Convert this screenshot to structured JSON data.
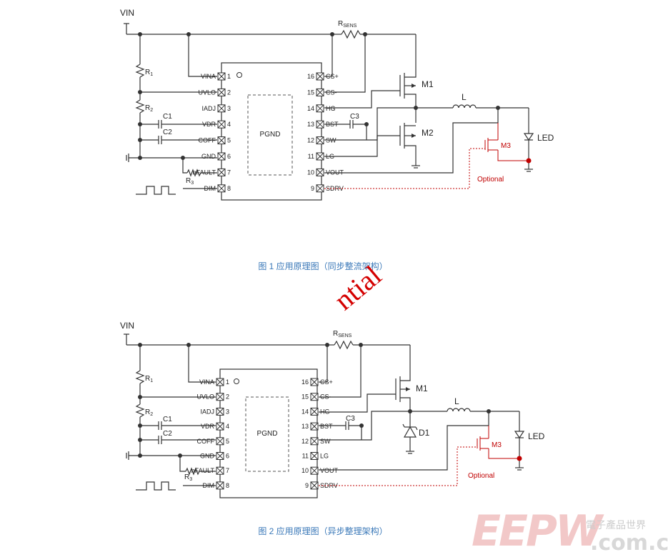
{
  "figure1": {
    "caption": "图 1 应用原理图（同步整流架构）",
    "vin": "VIN",
    "rsens": "R",
    "rsens_sub": "SENS",
    "r1": "R",
    "r1_sub": "1",
    "r2": "R",
    "r2_sub": "2",
    "r3": "R",
    "r3_sub": "3",
    "c1": "C1",
    "c2": "C2",
    "c3": "C3",
    "m1": "M1",
    "m2": "M2",
    "m3": "M3",
    "inductor": "L",
    "led": "LED",
    "pgnd": "PGND",
    "optional": "Optional",
    "left_pins": [
      {
        "name": "VINA",
        "num": "1"
      },
      {
        "name": "UVLO",
        "num": "2"
      },
      {
        "name": "IADJ",
        "num": "3"
      },
      {
        "name": "VDR",
        "num": "4"
      },
      {
        "name": "COFF",
        "num": "5"
      },
      {
        "name": "GND",
        "num": "6"
      },
      {
        "name": "nFAULT",
        "num": "7"
      },
      {
        "name": "DIM",
        "num": "8"
      }
    ],
    "right_pins": [
      {
        "name": "CS+",
        "num": "16"
      },
      {
        "name": "CS-",
        "num": "15"
      },
      {
        "name": "HG",
        "num": "14"
      },
      {
        "name": "BST",
        "num": "13"
      },
      {
        "name": "SW",
        "num": "12"
      },
      {
        "name": "LG",
        "num": "11"
      },
      {
        "name": "VOUT",
        "num": "10"
      },
      {
        "name": "SDRV",
        "num": "9"
      }
    ]
  },
  "figure2": {
    "caption": "图 2 应用原理图（异步整理架构）",
    "vin": "VIN",
    "rsens": "R",
    "rsens_sub": "SENS",
    "r1": "R",
    "r1_sub": "1",
    "r2": "R",
    "r2_sub": "2",
    "r3": "R",
    "r3_sub": "3",
    "c1": "C1",
    "c2": "C2",
    "c3": "C3",
    "m1": "M1",
    "d1": "D1",
    "m3": "M3",
    "inductor": "L",
    "led": "LED",
    "pgnd": "PGND",
    "optional": "Optional",
    "left_pins": [
      {
        "name": "VINA",
        "num": "1"
      },
      {
        "name": "UVLO",
        "num": "2"
      },
      {
        "name": "IADJ",
        "num": "3"
      },
      {
        "name": "VDR",
        "num": "4"
      },
      {
        "name": "COFF",
        "num": "5"
      },
      {
        "name": "GND",
        "num": "6"
      },
      {
        "name": "nFAULT",
        "num": "7"
      },
      {
        "name": "DIM",
        "num": "8"
      }
    ],
    "right_pins": [
      {
        "name": "CS+",
        "num": "16"
      },
      {
        "name": "CS-",
        "num": "15"
      },
      {
        "name": "HG",
        "num": "14"
      },
      {
        "name": "BST",
        "num": "13"
      },
      {
        "name": "SW",
        "num": "12"
      },
      {
        "name": "LG",
        "num": "11"
      },
      {
        "name": "VOUT",
        "num": "10"
      },
      {
        "name": "SDRV",
        "num": "9"
      }
    ]
  },
  "watermark": "ntial",
  "logo": {
    "brand": "EEPW",
    "domain": ".com.cn",
    "tagline": "電子產品世界"
  },
  "colors": {
    "wire": "#333333",
    "optional": "#c00000",
    "caption": "#3a78b8",
    "watermark": "#d40000"
  }
}
